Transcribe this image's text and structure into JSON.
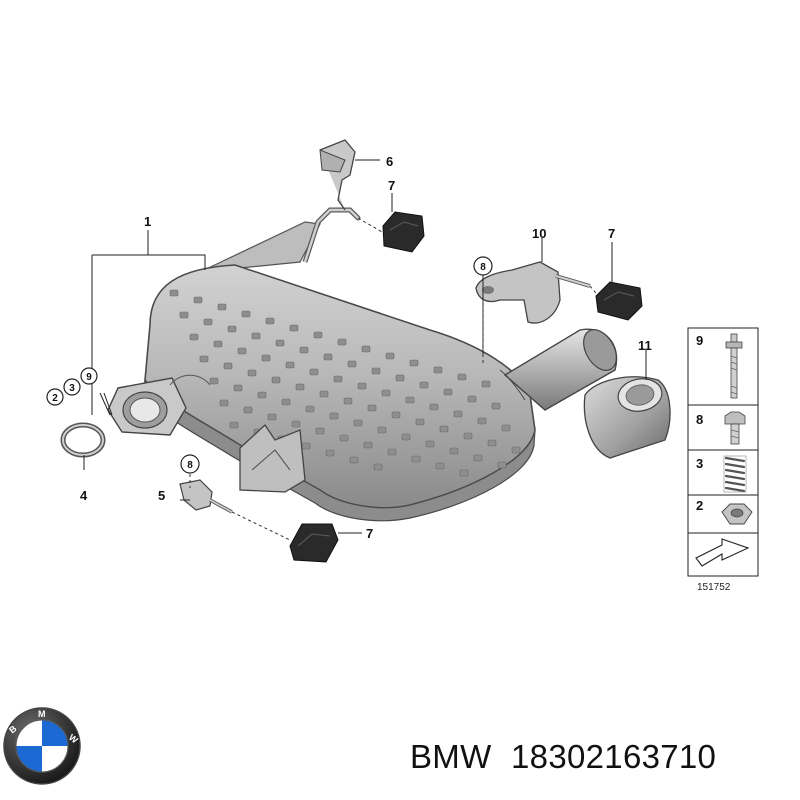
{
  "diagram": {
    "callouts": {
      "rear_muffler": "1",
      "hex_nut": "2",
      "spring": "3",
      "clamp_ring": "4",
      "bracket_left": "5",
      "hanger_top": "6",
      "rubber_mount_top": "7",
      "rubber_mount_right": "7",
      "rubber_mount_bottom": "7",
      "bolt_circle_a": "8",
      "bolt_circle_b": "8",
      "stud_circle": "9",
      "nut_circle": "2",
      "spring_circle": "3",
      "bracket_right": "10",
      "tail_pipe_trim": "11"
    },
    "legend": {
      "rows": [
        {
          "number": "9",
          "part": "stud-bolt"
        },
        {
          "number": "8",
          "part": "hex-bolt"
        },
        {
          "number": "3",
          "part": "spring"
        },
        {
          "number": "2",
          "part": "hex-nut"
        }
      ]
    },
    "reference_number": "151752"
  },
  "footer": {
    "brand": "BMW",
    "part_number": "18302163710"
  },
  "colors": {
    "metal_light": "#d8d8d8",
    "metal_mid": "#a8a8a8",
    "metal_dark": "#6e6e6e",
    "rubber": "#2a2a2a",
    "logo_blue": "#1c69d4"
  }
}
